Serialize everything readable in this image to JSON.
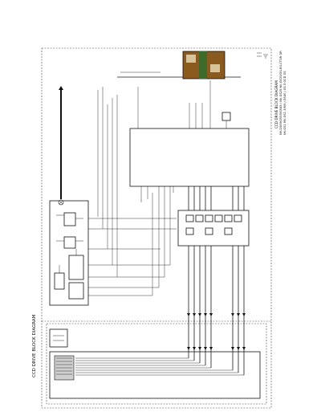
{
  "title": "CCD DRIVE BLOCK DIAGRAM",
  "title_block": {
    "line1": "CCD DRIVE BLOCK DIAGRAM",
    "line2": "NV-GS65/GS55/GS45 / NV-GS25 NV-GS33/GS-EG-CTOR OR",
    "line3": "NV-GS1 MV-GS1 3/6/9 J GS40 J GS 5 GCD GS"
  }
}
